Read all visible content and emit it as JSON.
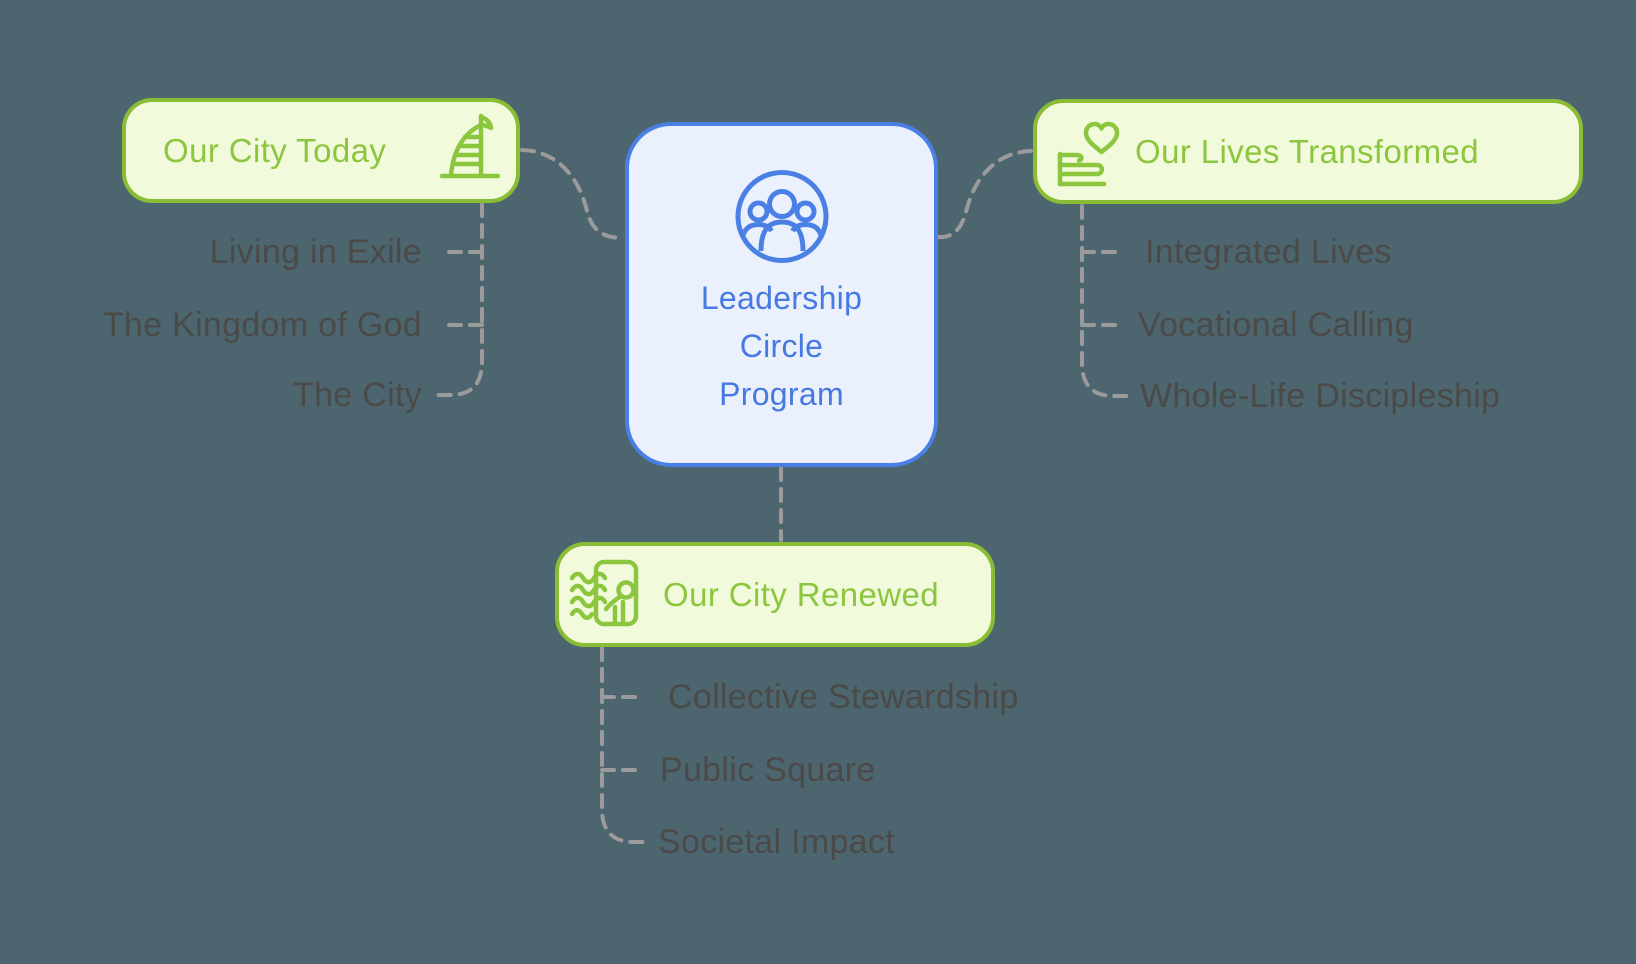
{
  "diagram": {
    "center": {
      "title_lines": [
        "Leadership",
        "Circle",
        "Program"
      ],
      "icon": "people-community-icon"
    },
    "branches": [
      {
        "label": "Our City Today",
        "icon": "sail-tower-building-icon",
        "items": [
          "Living in Exile",
          "The Kingdom of God",
          "The City"
        ]
      },
      {
        "label": "Our Lives Transformed",
        "icon": "hand-holding-heart-icon",
        "items": [
          "Integrated Lives",
          "Vocational Calling",
          "Whole-Life Discipleship"
        ]
      },
      {
        "label": "Our City Renewed",
        "icon": "wind-through-door-icon",
        "items": [
          "Collective Stewardship",
          "Public Square",
          "Societal Impact"
        ]
      }
    ]
  },
  "colors": {
    "background": "#4d656e",
    "green_border": "#8abd35",
    "green_fill": "#f2fadc",
    "green_text": "#8cc63f",
    "blue_border": "#4a80e6",
    "blue_fill": "#ebf1fc",
    "blue_text": "#4679e2",
    "item_text": "#4a4a48",
    "connector": "#9b9b9b"
  }
}
